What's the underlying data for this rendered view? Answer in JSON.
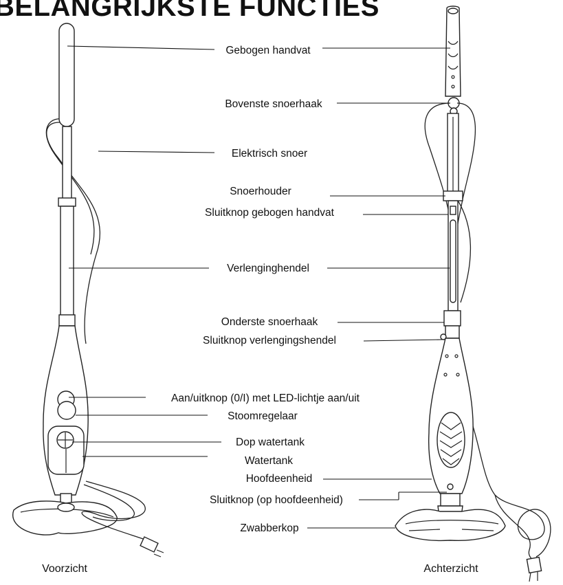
{
  "title": "BELANGRIJKSTE FUNCTIES",
  "labels": {
    "gebogen_handvat": "Gebogen handvat",
    "bovenste_snoerhaak": "Bovenste snoerhaak",
    "elektrisch_snoer": "Elektrisch snoer",
    "snoerhouder": "Snoerhouder",
    "sluitknop_gebogen_handvat": "Sluitknop gebogen handvat",
    "verlenginghendel": "Verlenginghendel",
    "onderste_snoerhaak": "Onderste snoerhaak",
    "sluitknop_verlengingshendel": "Sluitknop verlengingshendel",
    "aan_uitknop": "Aan/uitknop (0/I) met LED-lichtje aan/uit",
    "stoomregelaar": "Stoomregelaar",
    "dop_watertank": "Dop watertank",
    "watertank": "Watertank",
    "hoofdeenheid": "Hoofdeenheid",
    "sluitknop_hoofdeenheid": "Sluitknop (op hoofdeenheid)",
    "zwabberkop": "Zwabberkop"
  },
  "captions": {
    "front": "Voorzicht",
    "back": "Achterzicht"
  }
}
